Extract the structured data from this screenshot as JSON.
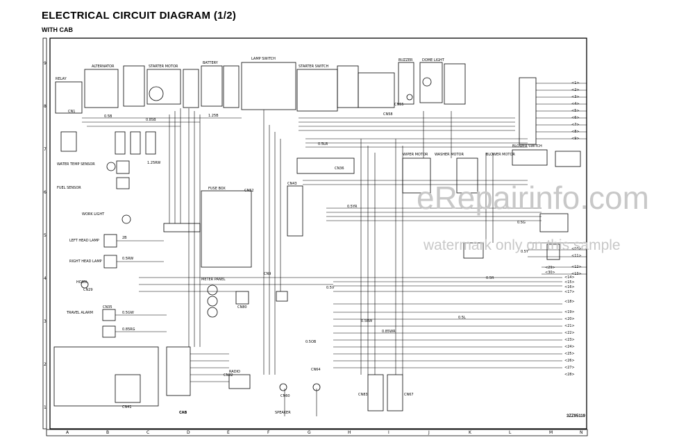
{
  "title": "ELECTRICAL CIRCUIT DIAGRAM (1/2)",
  "subtitle": "WITH CAB",
  "doc_number": "3ZZ95119",
  "watermark": {
    "line1": "eRepairinfo.com",
    "line2": "watermark only on this sample"
  },
  "grid_columns": [
    "A",
    "B",
    "C",
    "D",
    "E",
    "F",
    "G",
    "H",
    "I",
    "J",
    "K",
    "L",
    "M",
    "N"
  ],
  "grid_rows": [
    "9",
    "8",
    "7",
    "6",
    "5",
    "4",
    "3",
    "2",
    "1"
  ],
  "connectors": {
    "cab": "CAB",
    "cn1": "CN1",
    "cn29": "CN29",
    "cn35": "CN35",
    "cn41": "CN41",
    "cn52": "CN52",
    "cn43": "CN43",
    "cn36": "CN36",
    "cn80": "CN80",
    "cn9": "CN9",
    "cn58": "CN58",
    "cn55": "CN55",
    "cn60": "CN60",
    "cn64": "CN64",
    "cn67": "CN67",
    "cn82": "CN82",
    "cn83": "CN83"
  },
  "components": {
    "left_head_lamp": "LEFT HEAD LAMP",
    "right_head_lamp": "RIGHT HEAD LAMP",
    "horn": "HORN",
    "alternator": "ALTERNATOR",
    "starter_motor": "STARTER MOTOR",
    "battery": "BATTERY",
    "relay": "RELAY",
    "buzzer": "BUZZER",
    "water_temp_sensor": "WATER TEMP SENSOR",
    "fuel_sensor": "FUEL SENSOR",
    "work_light": "WORK LIGHT",
    "fuse_box": "FUSE BOX",
    "starter_switch": "STARTER SWITCH",
    "lamp_switch": "LAMP SWITCH",
    "wiper_motor": "WIPER MOTOR",
    "washer_motor": "WASHER MOTOR",
    "blower_motor": "BLOWER MOTOR",
    "blower_switch": "BLOWER SWITCH",
    "dome_light": "DOME LIGHT",
    "meter_panel": "METER PANEL",
    "travel_alarm": "TRAVEL ALARM",
    "radio": "RADIO",
    "speaker": "SPEAKER"
  },
  "terminal_numbers": [
    "<1>",
    "<2>",
    "<3>",
    "<4>",
    "<5>",
    "<6>",
    "<7>",
    "<8>",
    "<9>",
    "<10>",
    "<11>",
    "<12>",
    "<13>",
    "<14>",
    "<15>",
    "<16>",
    "<17>",
    "<18>",
    "<19>",
    "<20>",
    "<21>",
    "<22>",
    "<23>",
    "<24>",
    "<25>",
    "<26>",
    "<27>",
    "<28>",
    "<29>",
    "<30>"
  ],
  "wire_labels": [
    "0.5B",
    "0.85B",
    "1.25B",
    "2B",
    "0.5RW",
    "0.5GW",
    "0.85RG",
    "0.5LR",
    "0.5YR",
    "0.5BW",
    "0.85WR",
    "0.5OB",
    "0.5R",
    "0.5L",
    "0.5G",
    "0.5Y",
    "0.5V",
    "1.25RW"
  ]
}
